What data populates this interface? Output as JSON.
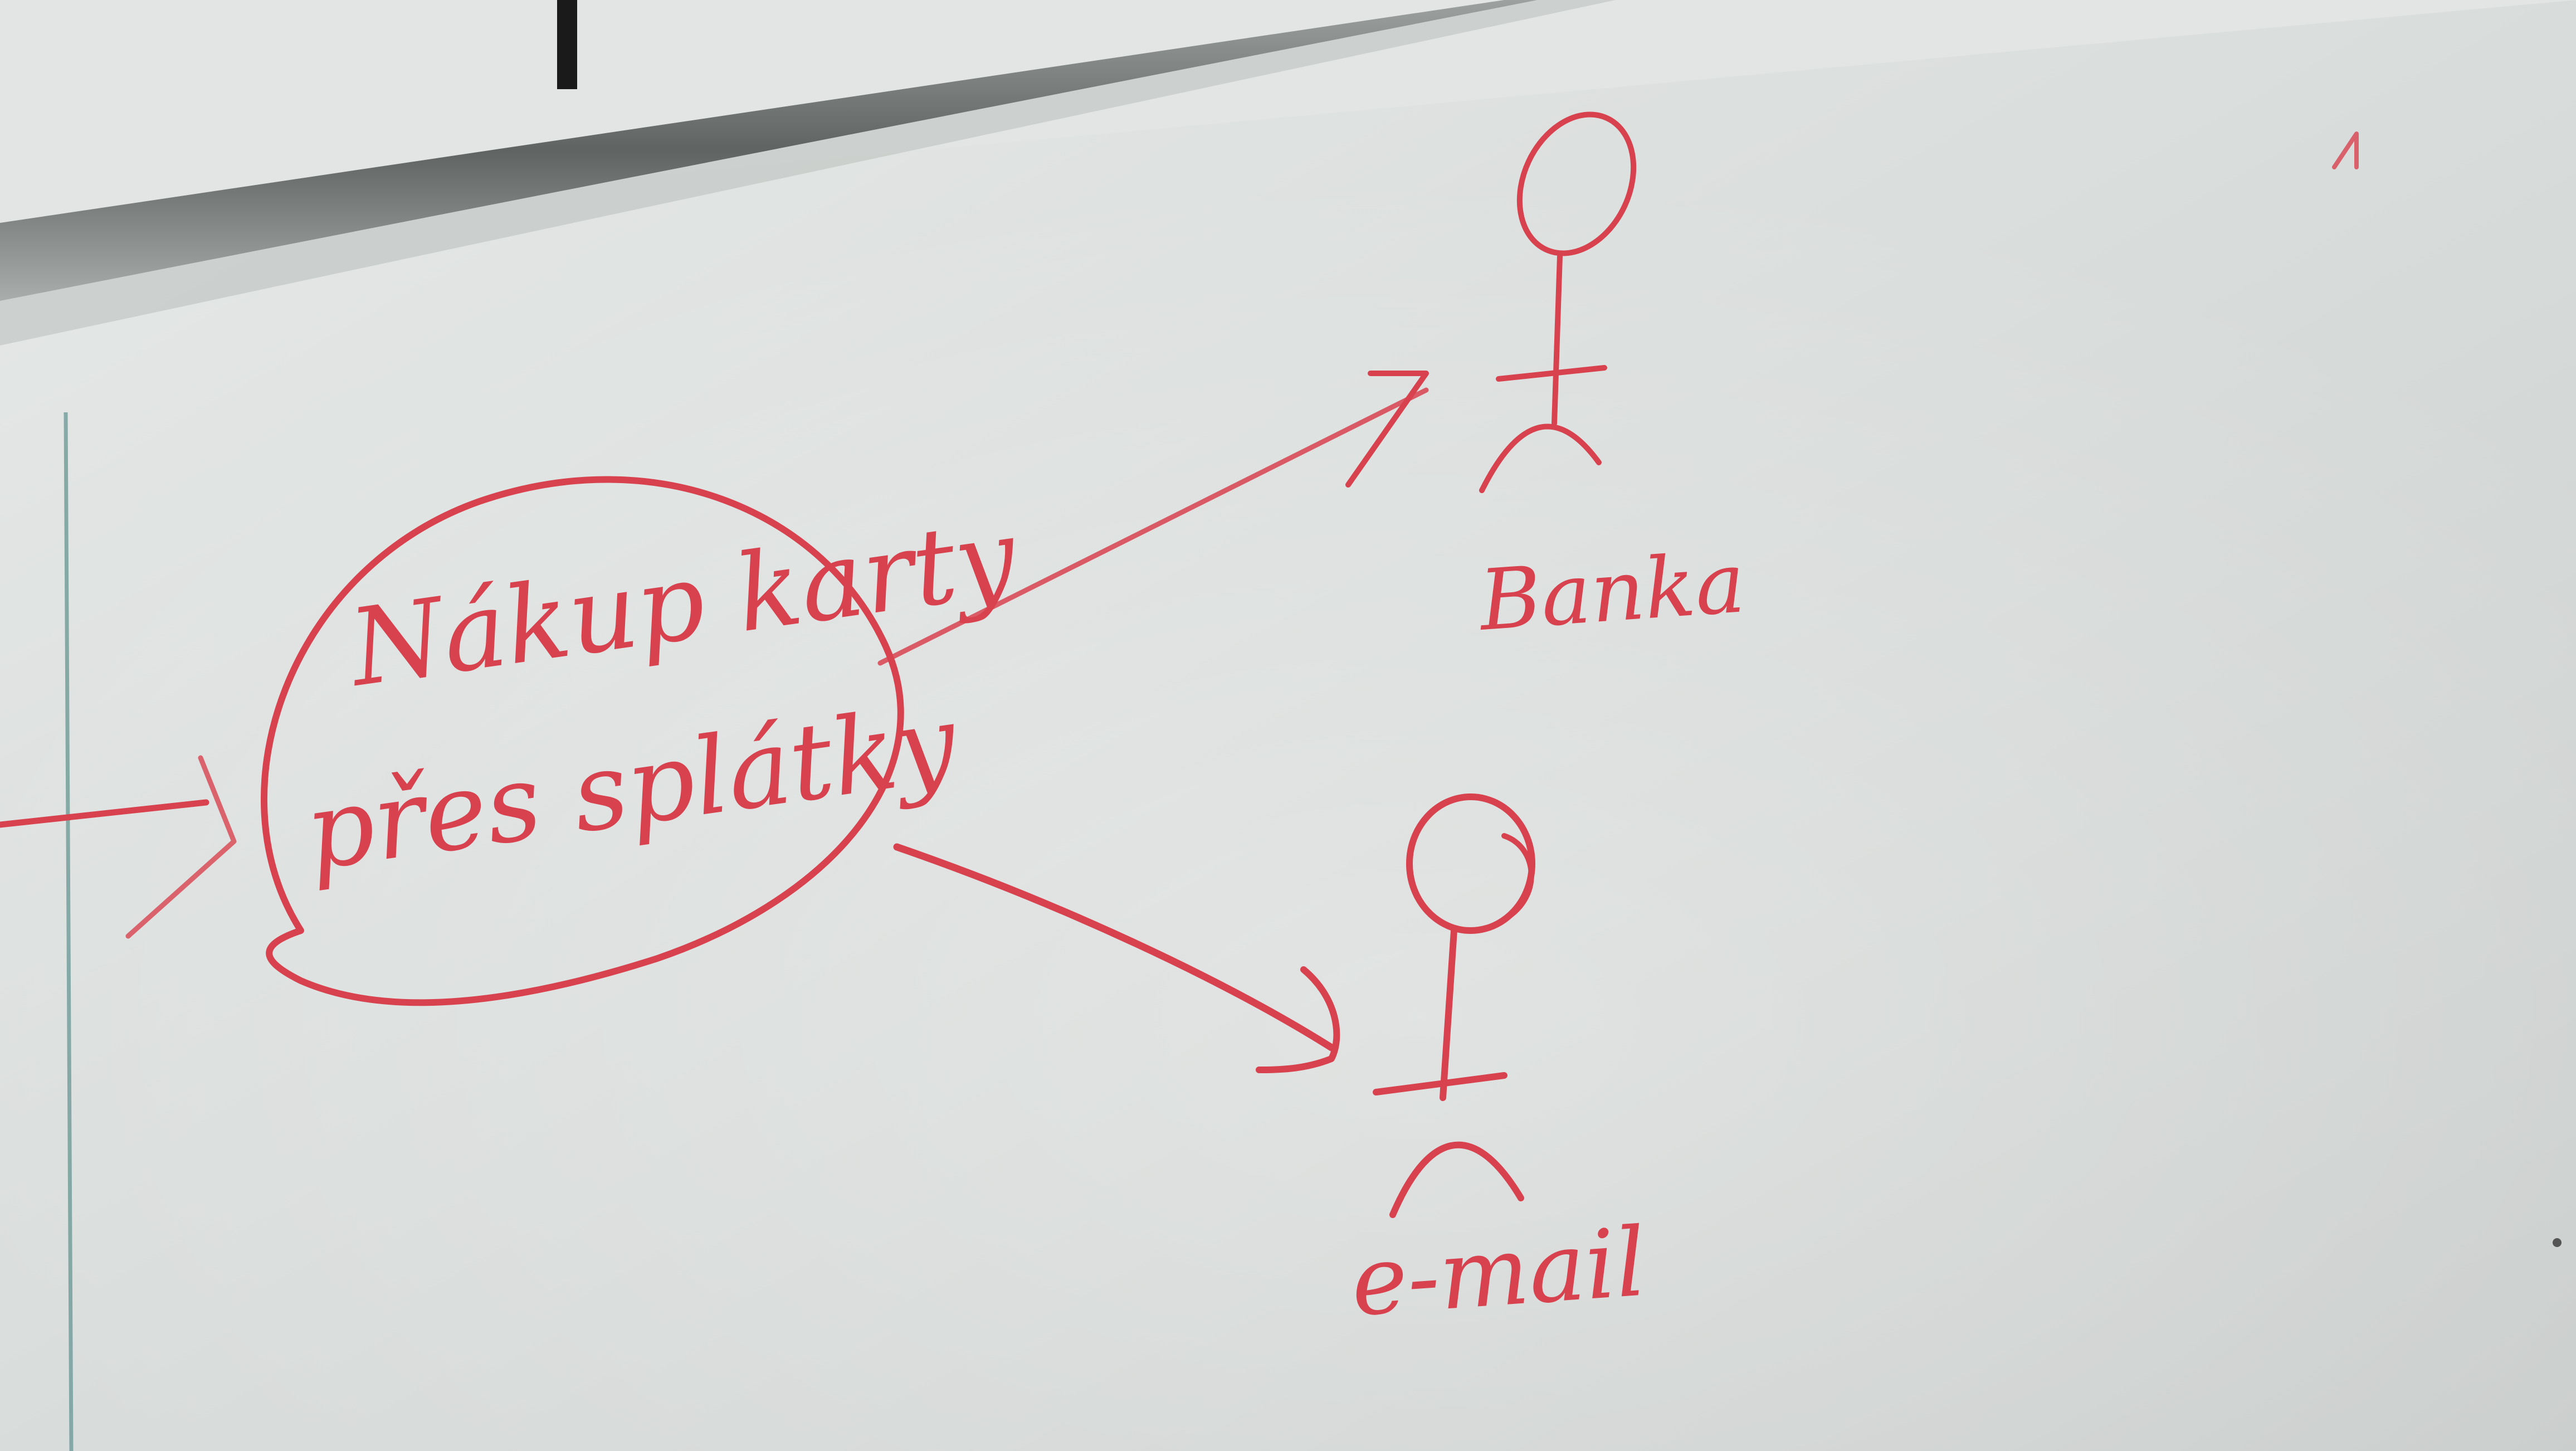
{
  "scene": {
    "description_free": true,
    "ink_color": "#d8424f",
    "board_color": "#dfe2e0"
  },
  "note": {
    "line1": "Nákup karty",
    "line2": "přes splátky"
  },
  "actors": [
    {
      "label": "Banka"
    },
    {
      "label": "e-mail"
    }
  ],
  "corner_mark": "1"
}
